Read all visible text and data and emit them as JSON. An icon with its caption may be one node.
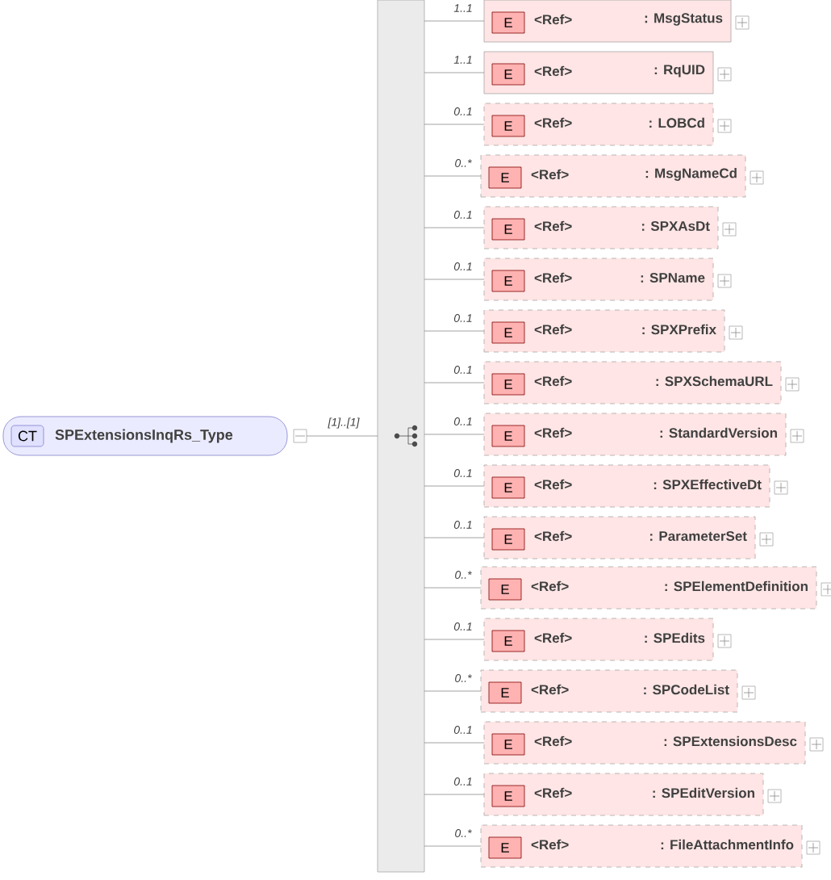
{
  "diagram": {
    "nodes": [
      {
        "text": [
          "CT",
          "SPExtensionsInqRs_Type"
        ]
      },
      {
        "text": [],
        "shape": "bar"
      },
      {
        "text": [
          "E",
          "<Ref>",
          ": MsgStatus"
        ]
      },
      {
        "text": [
          "E",
          "<Ref>",
          ": RqUID"
        ]
      },
      {
        "text": [
          "E",
          "<Ref>",
          ": LOBCd"
        ]
      },
      {
        "text": [
          "E",
          "<Ref>",
          ": MsgNameCd"
        ]
      },
      {
        "text": [
          "E",
          "<Ref>",
          ": SPXAsDt"
        ]
      },
      {
        "text": [
          "E",
          "<Ref>",
          ": SPName"
        ]
      },
      {
        "text": [
          "E",
          "<Ref>",
          ": SPXPrefix"
        ]
      },
      {
        "text": [
          "E",
          "<Ref>",
          ": SPXSchemaURL"
        ]
      },
      {
        "text": [
          "E",
          "<Ref>",
          ": StandardVersion"
        ]
      },
      {
        "text": [
          "E",
          "<Ref>",
          ": SPXEffectiveDt"
        ]
      },
      {
        "text": [
          "E",
          "<Ref>",
          ": ParameterSet"
        ]
      },
      {
        "text": [
          "E",
          "<Ref>",
          ": SPElementDefinition"
        ]
      },
      {
        "text": [
          "E",
          "<Ref>",
          ": SPEdits"
        ]
      },
      {
        "text": [
          "E",
          "<Ref>",
          ": SPCodeList"
        ]
      },
      {
        "text": [
          "E",
          "<Ref>",
          ": SPExtensionsDesc"
        ]
      },
      {
        "text": [
          "E",
          "<Ref>",
          ": SPEditVersion"
        ]
      },
      {
        "text": [
          "E",
          "<Ref>",
          ": FileAttachmentInfo"
        ]
      }
    ],
    "edges": [
      {
        "from": 0,
        "to": 1,
        "arrow": "none",
        "label": "[1]..[1]"
      },
      {
        "from": 1,
        "to": 2,
        "arrow": "none",
        "label": "1..1"
      },
      {
        "from": 1,
        "to": 3,
        "arrow": "none",
        "label": "1..1"
      },
      {
        "from": 1,
        "to": 4,
        "arrow": "none",
        "label": "0..1"
      },
      {
        "from": 1,
        "to": 5,
        "arrow": "none",
        "label": "0..*"
      },
      {
        "from": 1,
        "to": 6,
        "arrow": "none",
        "label": "0..1"
      },
      {
        "from": 1,
        "to": 7,
        "arrow": "none",
        "label": "0..1"
      },
      {
        "from": 1,
        "to": 8,
        "arrow": "none",
        "label": "0..1"
      },
      {
        "from": 1,
        "to": 9,
        "arrow": "none",
        "label": "0..1"
      },
      {
        "from": 1,
        "to": 10,
        "arrow": "none",
        "label": "0..1"
      },
      {
        "from": 1,
        "to": 11,
        "arrow": "none",
        "label": "0..1"
      },
      {
        "from": 1,
        "to": 12,
        "arrow": "none",
        "label": "0..1"
      },
      {
        "from": 1,
        "to": 13,
        "arrow": "none",
        "label": "0..*"
      },
      {
        "from": 1,
        "to": 14,
        "arrow": "none",
        "label": "0..1"
      },
      {
        "from": 1,
        "to": 15,
        "arrow": "none",
        "label": "0..*"
      },
      {
        "from": 1,
        "to": 16,
        "arrow": "none",
        "label": "0..1"
      },
      {
        "from": 1,
        "to": 17,
        "arrow": "none",
        "label": "0..1"
      },
      {
        "from": 1,
        "to": 18,
        "arrow": "none",
        "label": "0..*"
      }
    ]
  }
}
